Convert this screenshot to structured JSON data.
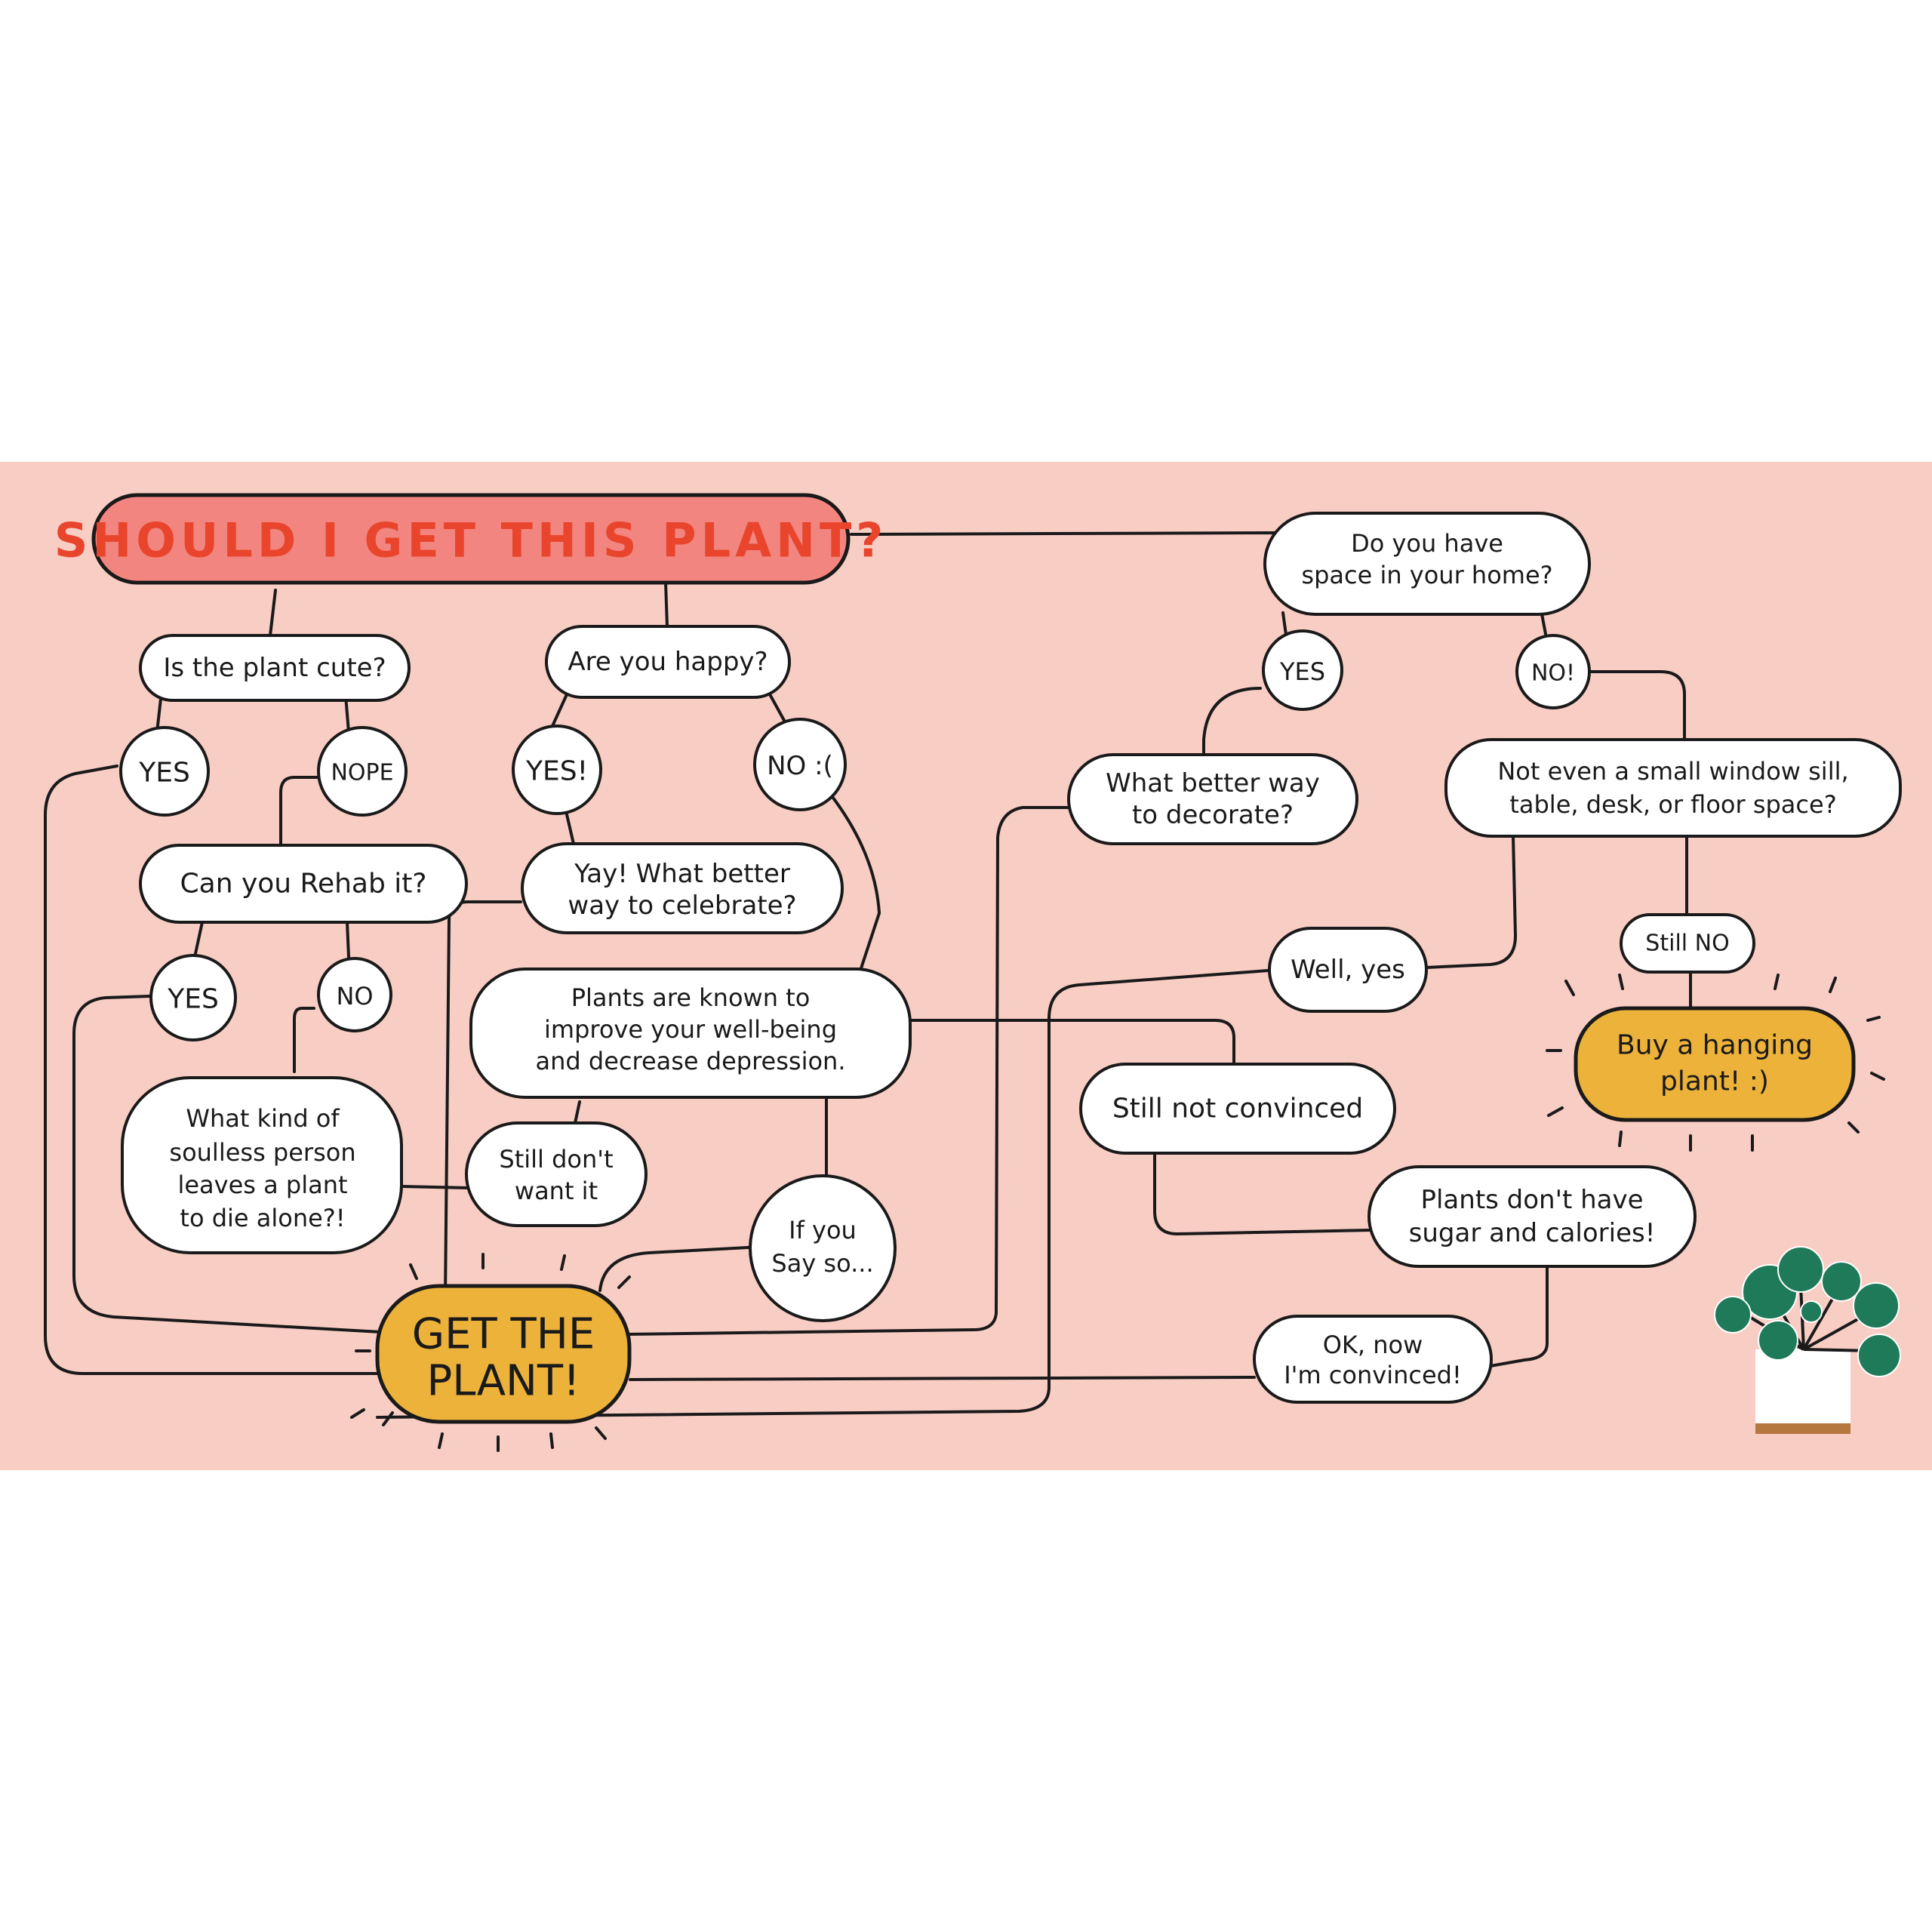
{
  "title": "SHOULD I GET THIS PLANT?",
  "colors": {
    "background": "#f8cdc4",
    "title_fill": "#f2857f",
    "title_text": "#e8452c",
    "goal_fill": "#ecb23a",
    "node_fill": "#ffffff",
    "line": "#1a1a1a",
    "leaf": "#1f7a5a",
    "pot": "#ffffff",
    "pot_base": "#b5793f"
  },
  "nodes": {
    "cute_q": "Is the plant cute?",
    "cute_yes": "YES",
    "cute_nope": "NOPE",
    "rehab_q": "Can you Rehab it?",
    "rehab_yes": "YES",
    "rehab_no": "NO",
    "soulless": [
      "What kind of",
      "soulless person",
      "leaves a plant",
      "to die alone?!"
    ],
    "happy_q": "Are you happy?",
    "happy_yes": "YES!",
    "happy_no": "NO :(",
    "celebrate": [
      "Yay! What better",
      "way to celebrate?"
    ],
    "wellbeing": [
      "Plants are known to",
      "improve your well-being",
      "and decrease depression."
    ],
    "still_dont": [
      "Still don't",
      "want it"
    ],
    "if_you": [
      "If you",
      "Say so..."
    ],
    "space_q": [
      "Do you have",
      "space in your home?"
    ],
    "space_yes": "YES",
    "space_no": "NO!",
    "decorate": [
      "What better way",
      "to decorate?"
    ],
    "small_space": [
      "Not even a small window sill,",
      "table, desk, or floor space?"
    ],
    "well_yes": "Well, yes",
    "still_no": "Still NO",
    "hanging": [
      "Buy a hanging",
      "plant! :)"
    ],
    "not_convinced": "Still not convinced",
    "sugar": [
      "Plants don't have",
      "sugar and calories!"
    ],
    "convinced": [
      "OK, now",
      "I'm convinced!"
    ],
    "get_plant": [
      "GET THE",
      "PLANT!"
    ]
  }
}
